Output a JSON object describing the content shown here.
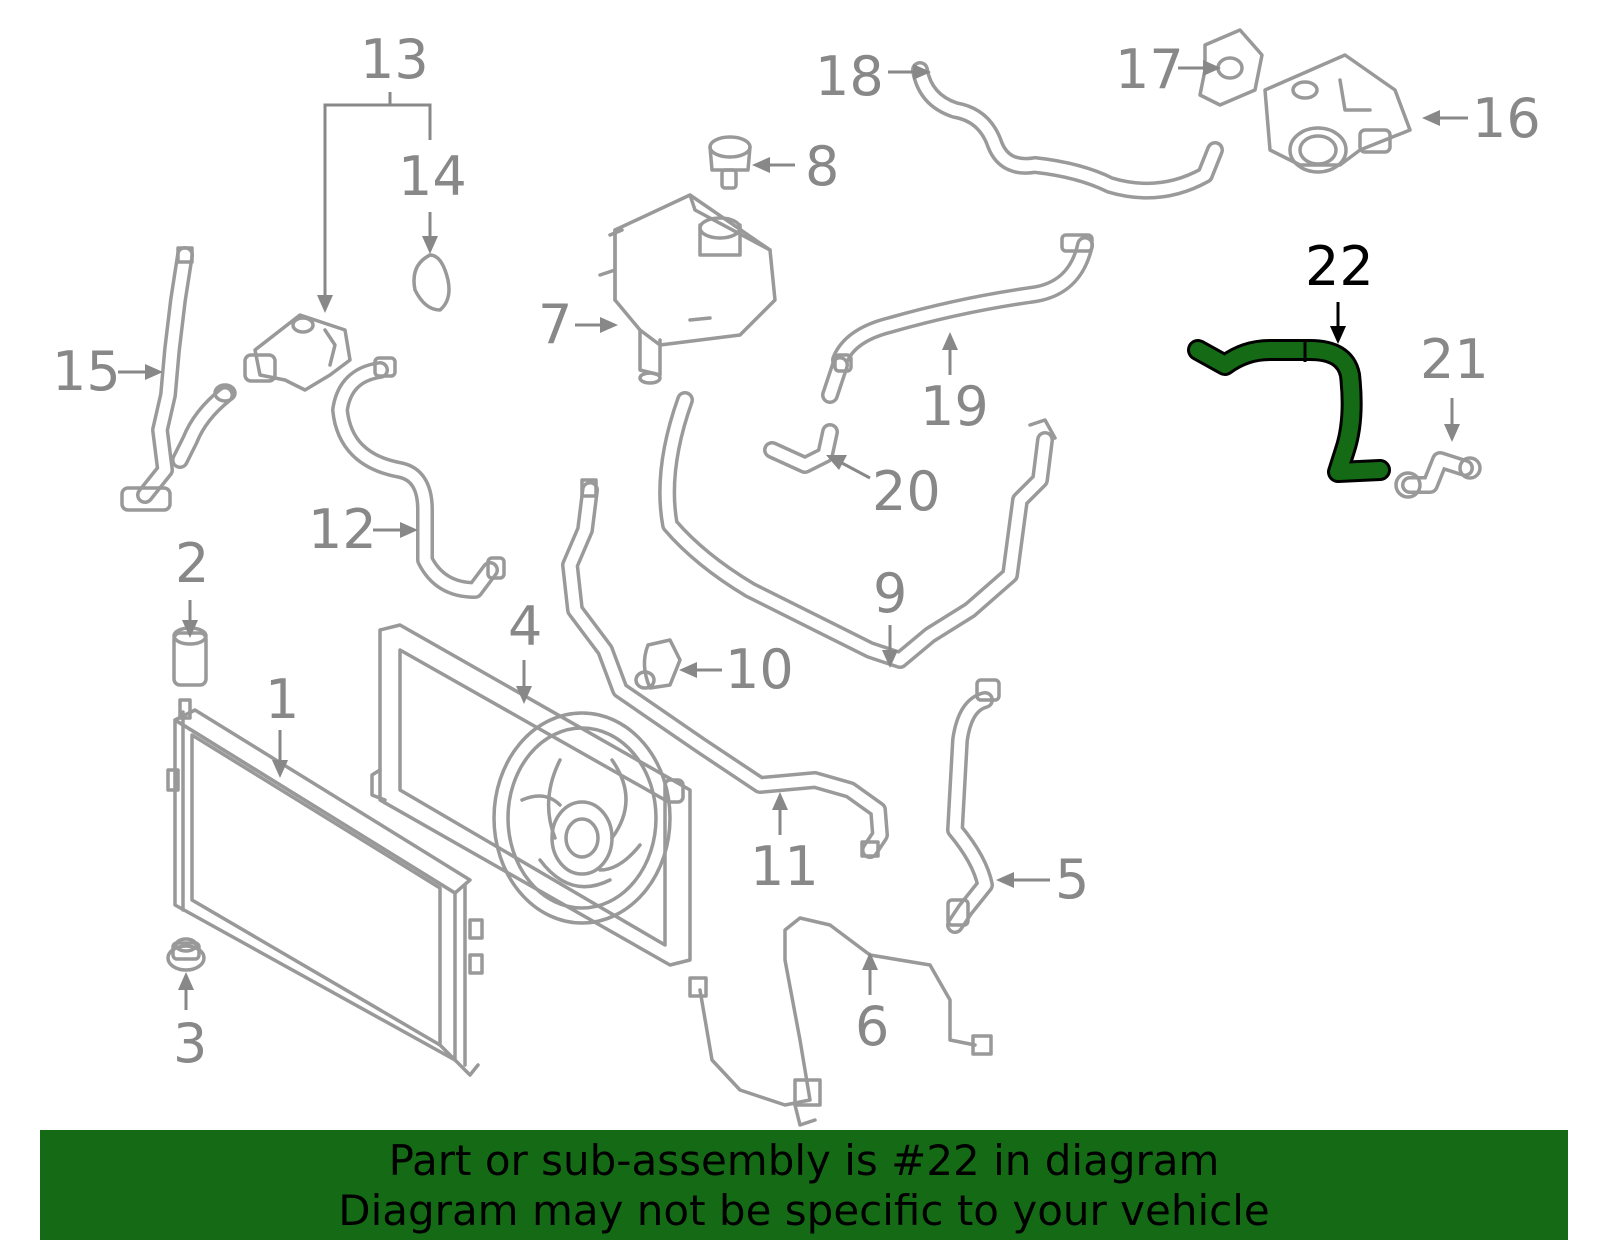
{
  "diagram": {
    "callouts": [
      {
        "id": "c1",
        "label": "1"
      },
      {
        "id": "c2",
        "label": "2"
      },
      {
        "id": "c3",
        "label": "3"
      },
      {
        "id": "c4",
        "label": "4"
      },
      {
        "id": "c5",
        "label": "5"
      },
      {
        "id": "c6",
        "label": "6"
      },
      {
        "id": "c7",
        "label": "7"
      },
      {
        "id": "c8",
        "label": "8"
      },
      {
        "id": "c9",
        "label": "9"
      },
      {
        "id": "c10",
        "label": "10"
      },
      {
        "id": "c11",
        "label": "11"
      },
      {
        "id": "c12",
        "label": "12"
      },
      {
        "id": "c13",
        "label": "13"
      },
      {
        "id": "c14",
        "label": "14"
      },
      {
        "id": "c15",
        "label": "15"
      },
      {
        "id": "c16",
        "label": "16"
      },
      {
        "id": "c17",
        "label": "17"
      },
      {
        "id": "c18",
        "label": "18"
      },
      {
        "id": "c19",
        "label": "19"
      },
      {
        "id": "c20",
        "label": "20"
      },
      {
        "id": "c21",
        "label": "21"
      },
      {
        "id": "c22",
        "label": "22"
      }
    ],
    "highlighted_part": "22",
    "colors": {
      "highlight": "#156b15",
      "line_art": "#999999",
      "callout_text": "#888888",
      "highlight_text": "#000000",
      "banner_bg": "#156b15"
    }
  },
  "banner": {
    "line1": "Part or sub-assembly is #22 in diagram",
    "line2": "Diagram may not be specific to your vehicle"
  }
}
